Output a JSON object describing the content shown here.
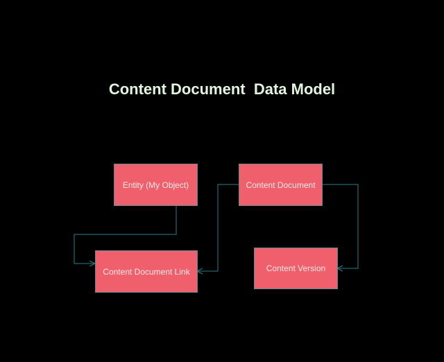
{
  "title": "Content Document  Data Model",
  "colors": {
    "background": "#000000",
    "box_fill": "#f0606c",
    "connector": "#2a7f86",
    "title": "#e2f7df"
  },
  "entities": [
    {
      "id": "entity",
      "label": "Entity (My Object)"
    },
    {
      "id": "content-document",
      "label": "Content Document"
    },
    {
      "id": "content-document-link",
      "label": "Content Document Link"
    },
    {
      "id": "content-version",
      "label": "Content Version"
    }
  ],
  "relationships": [
    {
      "from": "Entity (My Object)",
      "to": "Content Document Link",
      "type": "one-to-many"
    },
    {
      "from": "Content Document",
      "to": "Content Document Link",
      "type": "one-to-many"
    },
    {
      "from": "Content Document",
      "to": "Content Version",
      "type": "one-to-many"
    }
  ]
}
